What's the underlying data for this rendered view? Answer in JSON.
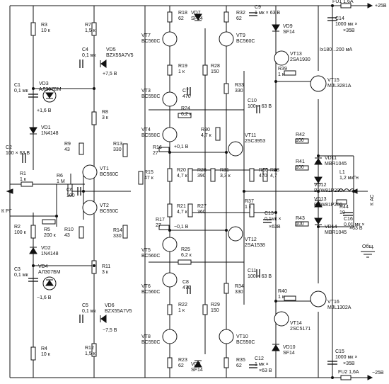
{
  "rails": {
    "pos_label": "+25В",
    "neg_label": "−25В",
    "gnd_label": "Общ.",
    "input_label": "К РГ",
    "output_label": "К АС",
    "current_note": "Ix180...200 мА"
  },
  "components": [
    {
      "id": "R3",
      "v1": "R3",
      "v2": "10 к"
    },
    {
      "id": "R7",
      "v1": "R7",
      "v2": "1,5 к"
    },
    {
      "id": "C4",
      "v1": "C4",
      "v2": "0,1 мк"
    },
    {
      "id": "VD5",
      "v1": "VD5",
      "v2": "BZX55A7V5"
    },
    {
      "id": "V75p",
      "v1": "+7,5 В",
      "v2": ""
    },
    {
      "id": "C1",
      "v1": "C1",
      "v2": "0,1 мк"
    },
    {
      "id": "VD3",
      "v1": "VD3",
      "v2": "АЛ307БМ"
    },
    {
      "id": "V16p",
      "v1": "+1,6 В",
      "v2": ""
    },
    {
      "id": "VD1",
      "v1": "VD1",
      "v2": "1N4148"
    },
    {
      "id": "C2",
      "v1": "C2",
      "v2": "100 × 63 В"
    },
    {
      "id": "R9",
      "v1": "R9",
      "v2": "43"
    },
    {
      "id": "R8",
      "v1": "R8",
      "v2": "3 к"
    },
    {
      "id": "R1",
      "v1": "R1",
      "v2": "1 к"
    },
    {
      "id": "R6",
      "v1": "R6",
      "v2": "1 М"
    },
    {
      "id": "C6",
      "v1": "C6",
      "v2": "100"
    },
    {
      "id": "VT1",
      "v1": "VT1",
      "v2": "BC560C"
    },
    {
      "id": "VT2",
      "v1": "VT2",
      "v2": "BC550C"
    },
    {
      "id": "R2",
      "v1": "R2",
      "v2": "100 к"
    },
    {
      "id": "R5",
      "v1": "R5",
      "v2": "200 к"
    },
    {
      "id": "R10",
      "v1": "R10",
      "v2": "43"
    },
    {
      "id": "VD2",
      "v1": "VD2",
      "v2": "1N4148"
    },
    {
      "id": "C3",
      "v1": "C3",
      "v2": "0,1 мк"
    },
    {
      "id": "VD4",
      "v1": "VD4",
      "v2": "АЛ307БМ"
    },
    {
      "id": "V16n",
      "v1": "−1,6 В",
      "v2": ""
    },
    {
      "id": "R11",
      "v1": "R11",
      "v2": "3 к"
    },
    {
      "id": "C5",
      "v1": "C5",
      "v2": "0,1 мк"
    },
    {
      "id": "VD6",
      "v1": "VD6",
      "v2": "BZX55A7V5"
    },
    {
      "id": "V75n",
      "v1": "−7,5 В",
      "v2": ""
    },
    {
      "id": "R4",
      "v1": "R4",
      "v2": "10 к"
    },
    {
      "id": "R12",
      "v1": "R12",
      "v2": "1,5 к"
    },
    {
      "id": "R18",
      "v1": "R18",
      "v2": "62"
    },
    {
      "id": "VD7",
      "v1": "VD7",
      "v2": "SF14"
    },
    {
      "id": "R32",
      "v1": "R32",
      "v2": "62"
    },
    {
      "id": "C9",
      "v1": "C9",
      "v2": "1 мк × 63 В"
    },
    {
      "id": "VD9",
      "v1": "VD9",
      "v2": "SF14"
    },
    {
      "id": "FU1",
      "v1": "FU1 1,6А",
      "v2": ""
    },
    {
      "id": "C14",
      "v1": "C14",
      "v2": "1000 мк ×"
    },
    {
      "id": "C14b",
      "v1": "×35В",
      "v2": ""
    },
    {
      "id": "VT7",
      "v1": "VT7",
      "v2": "BC560C"
    },
    {
      "id": "VT9",
      "v1": "VT9",
      "v2": "BC560C"
    },
    {
      "id": "VT13",
      "v1": "VT13",
      "v2": "2SA1930"
    },
    {
      "id": "R19",
      "v1": "R19",
      "v2": "1 к"
    },
    {
      "id": "R28",
      "v1": "R28",
      "v2": "150"
    },
    {
      "id": "VT3",
      "v1": "VT3",
      "v2": "BC550C"
    },
    {
      "id": "C7",
      "v1": "C7",
      "v2": "470"
    },
    {
      "id": "R33",
      "v1": "R33",
      "v2": "330"
    },
    {
      "id": "R39",
      "v1": "R39",
      "v2": "1 к"
    },
    {
      "id": "VT15",
      "v1": "VT15",
      "v2": "MJL3281A"
    },
    {
      "id": "R24",
      "v1": "R24",
      "v2": "6,2 к"
    },
    {
      "id": "C10",
      "v1": "C10",
      "v2": "100 × 63 В"
    },
    {
      "id": "VT4",
      "v1": "VT4",
      "v2": "BC550C"
    },
    {
      "id": "R13",
      "v1": "R13",
      "v2": "330"
    },
    {
      "id": "R30",
      "v1": "R30",
      "v2": "4,7 к"
    },
    {
      "id": "VT11",
      "v1": "VT11",
      "v2": "2SC3953"
    },
    {
      "id": "R42",
      "v1": "R42",
      "v2": "100"
    },
    {
      "id": "V01p",
      "v1": "+0,1 В",
      "v2": ""
    },
    {
      "id": "R16",
      "v1": "R16",
      "v2": "27"
    },
    {
      "id": "VD11",
      "v1": "VD11",
      "v2": "MBR1045"
    },
    {
      "id": "R41",
      "v1": "R41",
      "v2": "100"
    },
    {
      "id": "L1",
      "v1": "L1",
      "v2": "1,2 мкГн"
    },
    {
      "id": "R15",
      "v1": "R15",
      "v2": "47 к"
    },
    {
      "id": "R20",
      "v1": "R20",
      "v2": "4,7 к"
    },
    {
      "id": "R26",
      "v1": "R26",
      "v2": "390"
    },
    {
      "id": "R31",
      "v1": "R31",
      "v2": "3,3 к"
    },
    {
      "id": "R36",
      "v1": "R36",
      "v2": "470"
    },
    {
      "id": "R38",
      "v1": "R38",
      "v2": "4,7"
    },
    {
      "id": "VD12",
      "v1": "VD12",
      "v2": "BYW81P200"
    },
    {
      "id": "VD13",
      "v1": "VD13",
      "v2": "BYW81P200"
    },
    {
      "id": "R44",
      "v1": "R44",
      "v2": "10"
    },
    {
      "id": "C16",
      "v1": "C16",
      "v2": "0,01 мк ×"
    },
    {
      "id": "C16b",
      "v1": "×63 В",
      "v2": ""
    },
    {
      "id": "R21",
      "v1": "R21",
      "v2": "4,7 к"
    },
    {
      "id": "R27",
      "v1": "R27",
      "v2": "360"
    },
    {
      "id": "R37",
      "v1": "R37",
      "v2": "1 к"
    },
    {
      "id": "C13",
      "v1": "C13",
      "v2": "0,1мк ×"
    },
    {
      "id": "C13b",
      "v1": "×63В",
      "v2": ""
    },
    {
      "id": "R17",
      "v1": "R17",
      "v2": "27"
    },
    {
      "id": "R14",
      "v1": "R14",
      "v2": "330"
    },
    {
      "id": "V01n",
      "v1": "−0,1 В",
      "v2": ""
    },
    {
      "id": "R43",
      "v1": "R43",
      "v2": "100"
    },
    {
      "id": "VD14",
      "v1": "VD14",
      "v2": "MBR1045"
    },
    {
      "id": "VT12",
      "v1": "VT12",
      "v2": "2SA1538"
    },
    {
      "id": "R25",
      "v1": "R25",
      "v2": "6,2 к"
    },
    {
      "id": "VT5",
      "v1": "VT5",
      "v2": "BC560C"
    },
    {
      "id": "C11",
      "v1": "C11",
      "v2": "100 × 63 В"
    },
    {
      "id": "C8",
      "v1": "C8",
      "v2": "470"
    },
    {
      "id": "VT6",
      "v1": "VT6",
      "v2": "BC560C"
    },
    {
      "id": "R34",
      "v1": "R34",
      "v2": "330"
    },
    {
      "id": "R40",
      "v1": "R40",
      "v2": "1 к"
    },
    {
      "id": "VT16",
      "v1": "VT16",
      "v2": "MJL1302A"
    },
    {
      "id": "R22",
      "v1": "R22",
      "v2": "1 к"
    },
    {
      "id": "R29",
      "v1": "R29",
      "v2": "150"
    },
    {
      "id": "VT14",
      "v1": "VT14",
      "v2": "2SC5171"
    },
    {
      "id": "VT8",
      "v1": "VT8",
      "v2": "BC550C"
    },
    {
      "id": "VT10",
      "v1": "VT10",
      "v2": "BC550C"
    },
    {
      "id": "R23",
      "v1": "R23",
      "v2": "62"
    },
    {
      "id": "VD8",
      "v1": "VD8",
      "v2": "SF14"
    },
    {
      "id": "R35",
      "v1": "R35",
      "v2": "62"
    },
    {
      "id": "C12",
      "v1": "C12",
      "v2": "1 мк ×"
    },
    {
      "id": "C12b",
      "v1": "×63 В",
      "v2": ""
    },
    {
      "id": "VD10",
      "v1": "VD10",
      "v2": "SF14"
    },
    {
      "id": "C15",
      "v1": "C15",
      "v2": "1000 мк ×"
    },
    {
      "id": "C15b",
      "v1": "×35В",
      "v2": ""
    },
    {
      "id": "FU2",
      "v1": "FU2 1,6А",
      "v2": ""
    }
  ]
}
